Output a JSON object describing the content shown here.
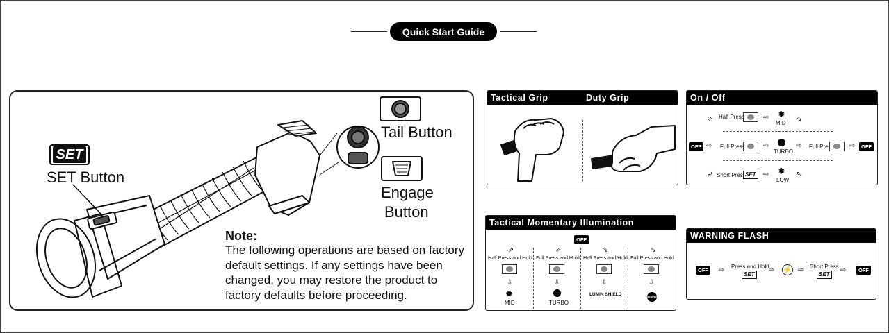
{
  "header": {
    "title": "Quick Start Guide"
  },
  "main": {
    "set_badge": "SET",
    "set_button_label": "SET Button",
    "tail_button_label": "Tail Button",
    "engage_button_label_1": "Engage",
    "engage_button_label_2": "Button",
    "note_title": "Note:",
    "note_text": "The following operations are based on factory default settings. If any settings have been changed, you may restore the product to factory defaults before proceeding."
  },
  "grip": {
    "tactical": "Tactical Grip",
    "duty": "Duty Grip"
  },
  "onoff": {
    "title": "On / Off",
    "off": "OFF",
    "half_press": "Half Press",
    "full_press": "Full Press",
    "short_press": "Short Press",
    "set": "SET",
    "mid": "MID",
    "turbo": "TURBO",
    "low": "LOW"
  },
  "momentary": {
    "title": "Tactical Momentary Illumination",
    "off": "OFF",
    "columns": [
      {
        "action": "Half Press and Hold",
        "result": "MID"
      },
      {
        "action": "Full Press and Hold",
        "result": "TURBO"
      },
      {
        "action": "Half Press and Hold",
        "result": "LUMIN SHIELD"
      },
      {
        "action": "Full Press and Hold",
        "result": "STROBE"
      }
    ]
  },
  "warning": {
    "title": "WARNING FLASH",
    "off": "OFF",
    "press_hold": "Press and Hold",
    "short_press": "Short Press",
    "set": "SET"
  },
  "colors": {
    "ink": "#111111",
    "panel_head": "#000000",
    "button_gray": "#888888"
  },
  "icons": [
    "sun-icon",
    "dot-icon",
    "lightning-icon",
    "shield-icon",
    "arrow-icon",
    "hand-icon",
    "flashlight-icon"
  ]
}
